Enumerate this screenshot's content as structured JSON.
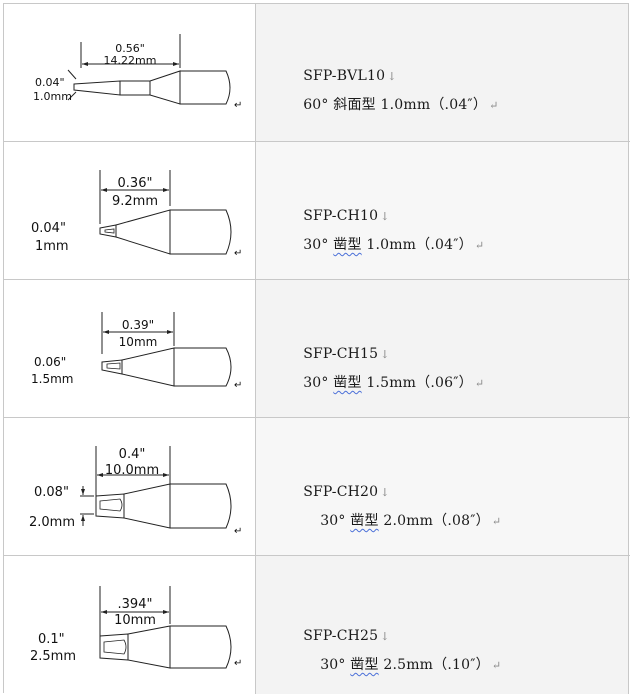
{
  "rows": [
    {
      "part": "SFP-BVL10",
      "desc_angle": "60°",
      "desc_type": "斜面型",
      "desc_size": "1.0mm（.04″）",
      "dim_top_in": "0.56\"",
      "dim_top_mm": "14.22mm",
      "dim_left_in": "0.04\"",
      "dim_left_mm": "1.0mm"
    },
    {
      "part": "SFP-CH10",
      "desc_angle": "30°",
      "desc_type": "凿型",
      "desc_size": "1.0mm（.04″）",
      "dim_top_in": "0.36\"",
      "dim_top_mm": "9.2mm",
      "dim_left_in": "0.04\"",
      "dim_left_mm": "1mm"
    },
    {
      "part": "SFP-CH15",
      "desc_angle": "30°",
      "desc_type": "凿型",
      "desc_size": "1.5mm（.06″）",
      "dim_top_in": "0.39\"",
      "dim_top_mm": "10mm",
      "dim_left_in": "0.06\"",
      "dim_left_mm": "1.5mm"
    },
    {
      "part": "SFP-CH20",
      "desc_angle": "30°",
      "desc_type": "凿型",
      "desc_size": "2.0mm（.08″）",
      "dim_top_in": "0.4\"",
      "dim_top_mm": "10.0mm",
      "dim_left_in": "0.08\"",
      "dim_left_mm": "2.0mm"
    },
    {
      "part": "SFP-CH25",
      "desc_angle": "30°",
      "desc_type": "凿型",
      "desc_size": "2.5mm（.10″）",
      "dim_top_in": ".394\"",
      "dim_top_mm": "10mm",
      "dim_left_in": "0.1\"",
      "dim_left_mm": "2.5mm"
    }
  ],
  "marks": {
    "line_break": "↓",
    "paragraph": "↵"
  }
}
